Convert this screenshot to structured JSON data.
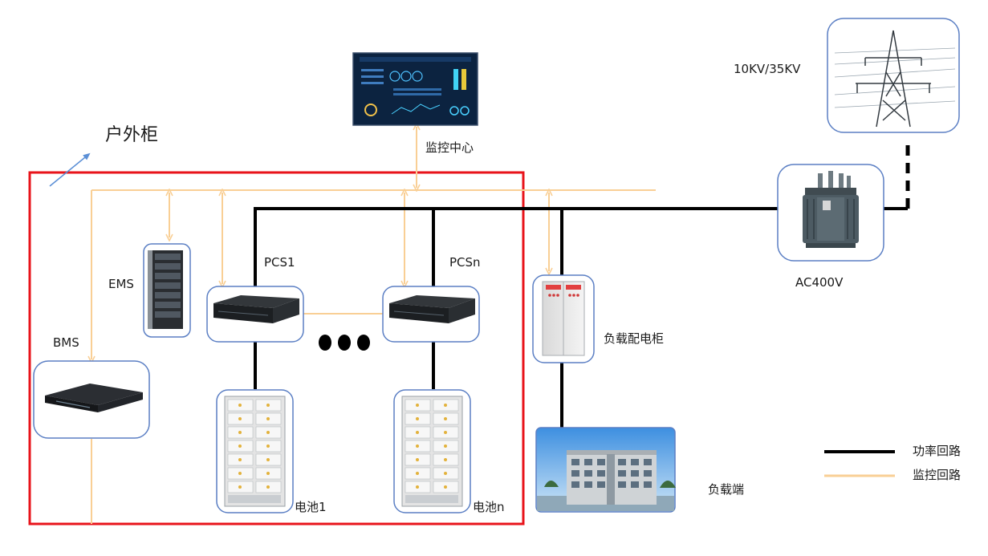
{
  "labels": {
    "outdoor_cabinet": "户外柜",
    "monitoring_center": "监控中心",
    "grid_voltage": "10KV/35KV",
    "transformer_voltage": "AC400V",
    "ems": "EMS",
    "bms": "BMS",
    "pcs1": "PCS1",
    "pcsn": "PCSn",
    "battery1": "电池1",
    "batteryn": "电池n",
    "load_cabinet": "负载配电柜",
    "load_end": "负载端"
  },
  "legend": {
    "items": [
      {
        "label": "功率回路",
        "color": "#000000"
      },
      {
        "label": "监控回路",
        "color": "#f9cf95"
      }
    ]
  },
  "colors": {
    "power_line": "#000000",
    "monitor_line": "#f9cf95",
    "cabinet_border": "#e8141b",
    "device_frame": "#5b7fc4",
    "pointer_arrow": "#5b8fd6"
  }
}
